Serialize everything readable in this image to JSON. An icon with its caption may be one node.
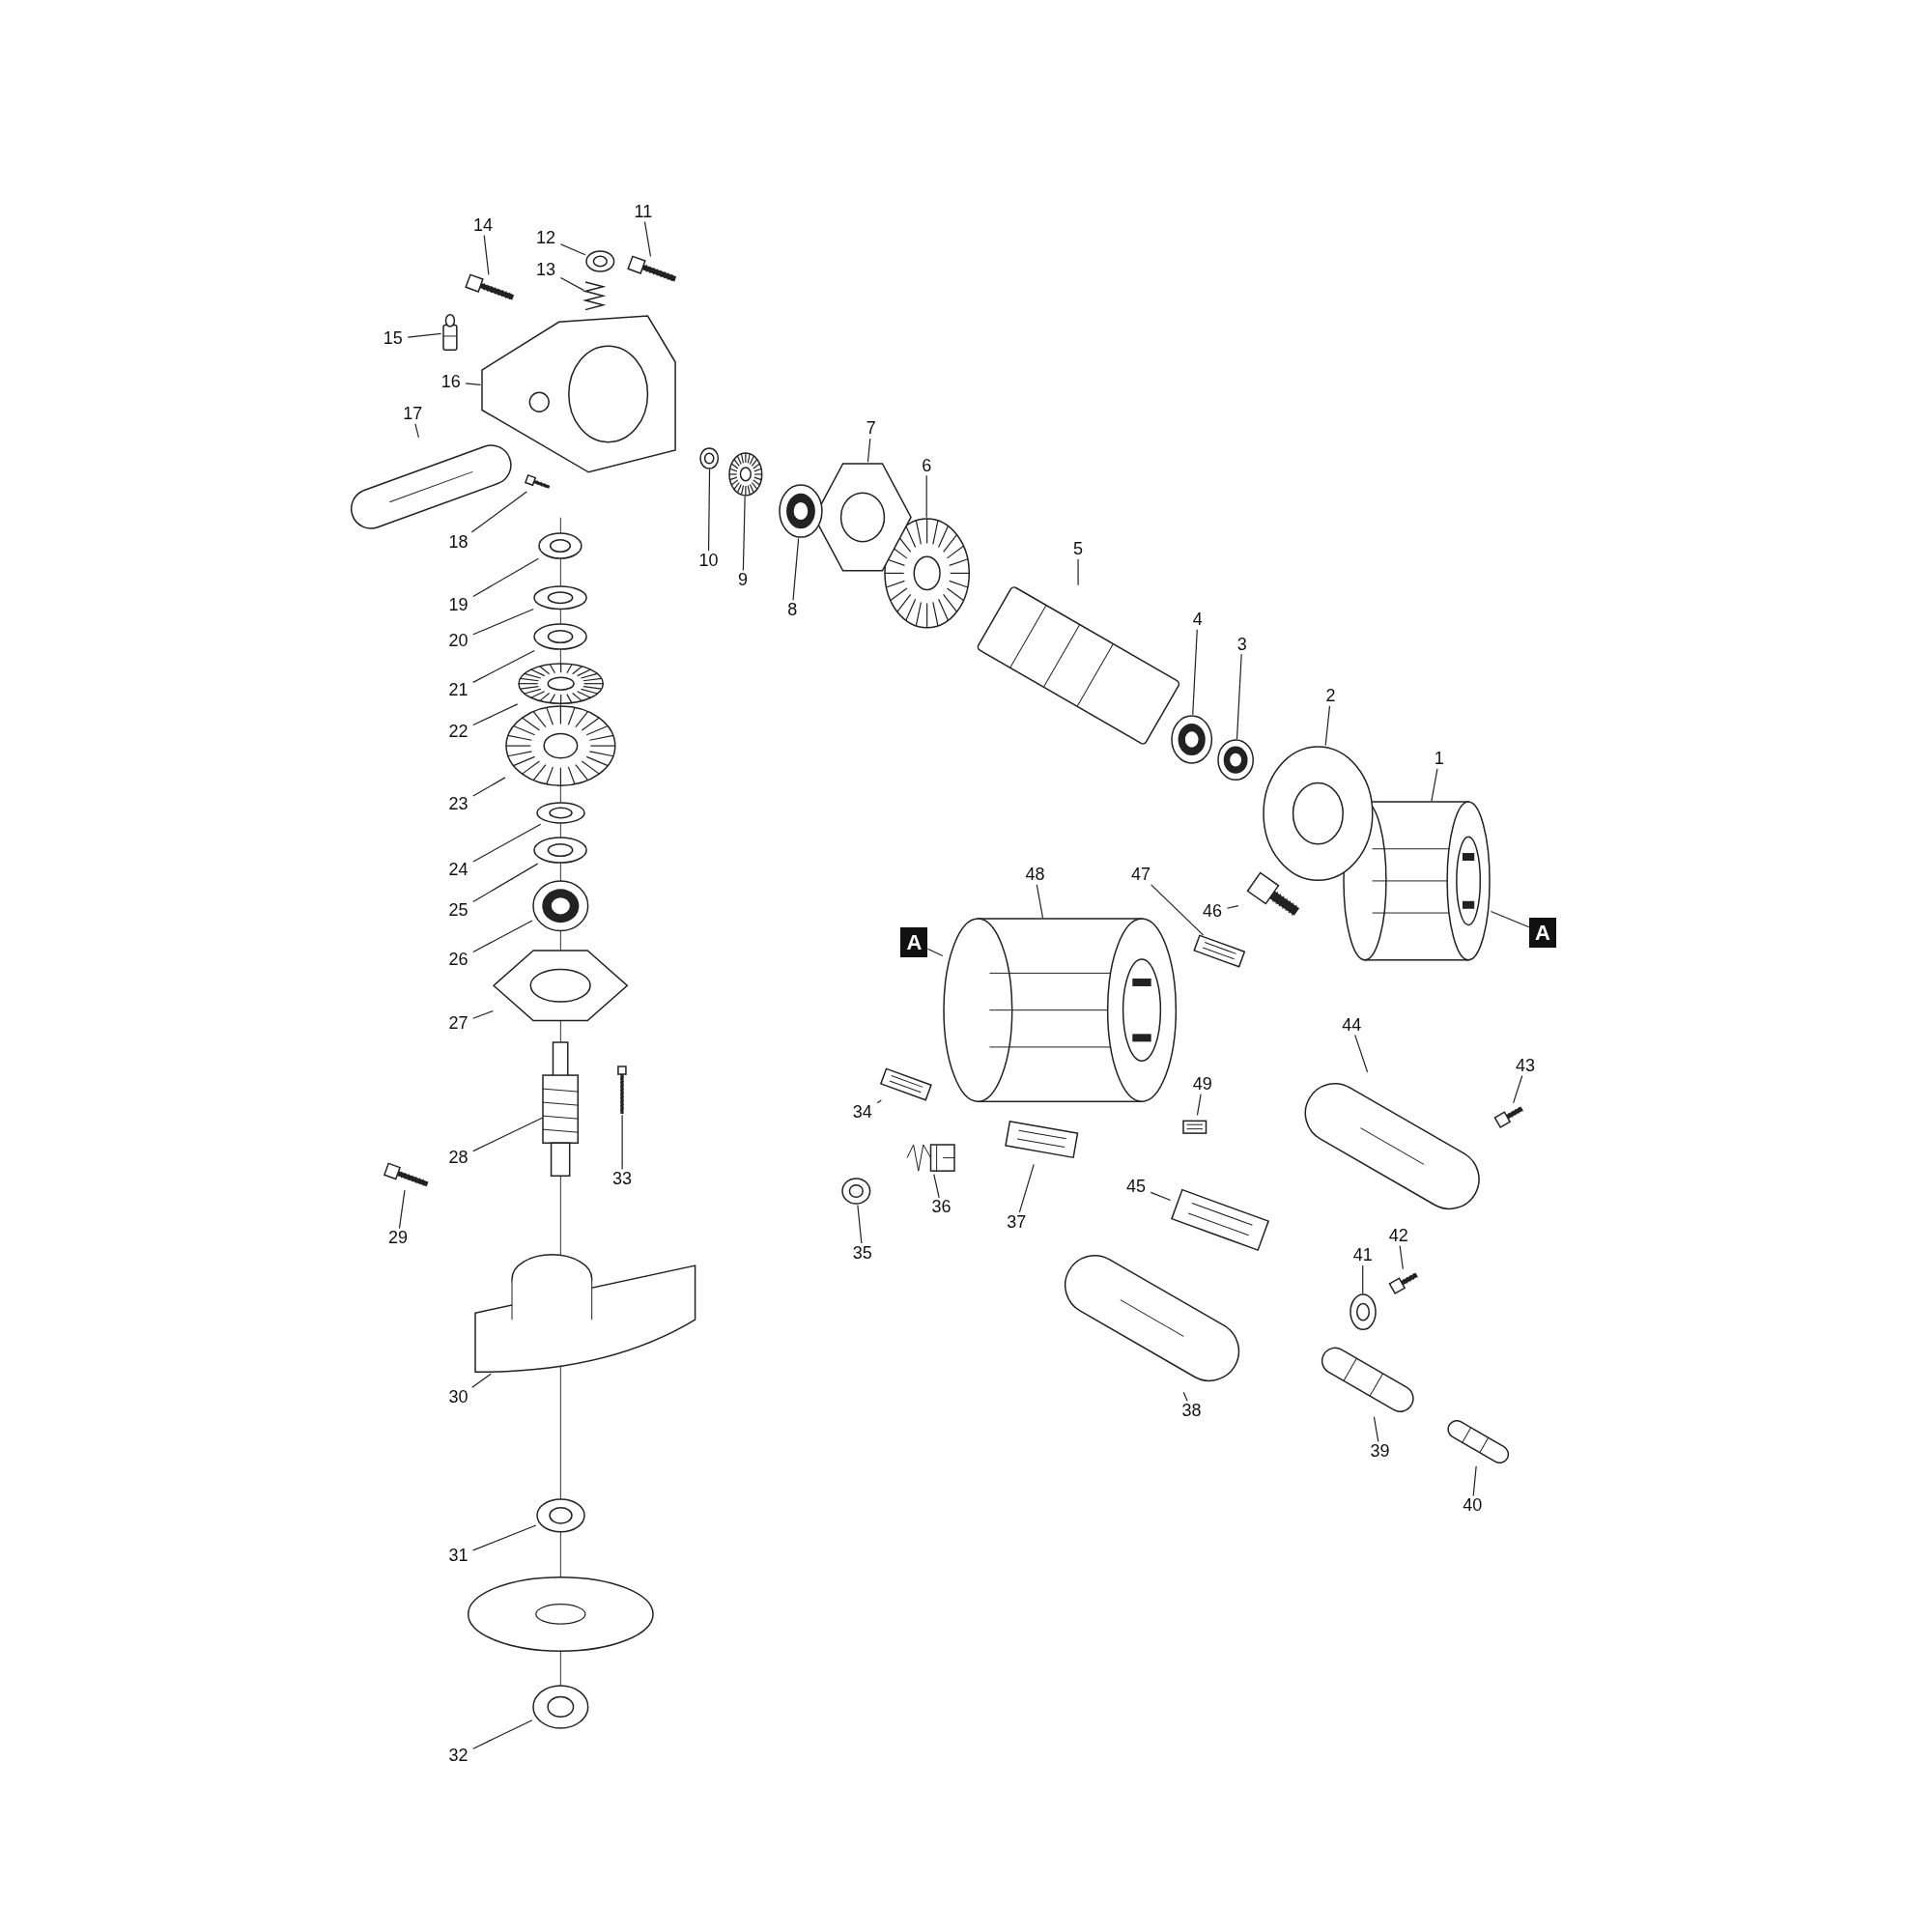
{
  "diagram": {
    "nodes": [
      {
        "text": [
          "1"
        ]
      },
      {
        "text": [
          "2"
        ]
      },
      {
        "text": [
          "3"
        ]
      },
      {
        "text": [
          "4"
        ]
      },
      {
        "text": [
          "5"
        ]
      },
      {
        "text": [
          "6"
        ]
      },
      {
        "text": [
          "7"
        ]
      },
      {
        "text": [
          "8"
        ]
      },
      {
        "text": [
          "9"
        ]
      },
      {
        "text": [
          "10"
        ]
      },
      {
        "text": [
          "11"
        ]
      },
      {
        "text": [
          "12"
        ]
      },
      {
        "text": [
          "13"
        ]
      },
      {
        "text": [
          "14"
        ]
      },
      {
        "text": [
          "15"
        ]
      },
      {
        "text": [
          "16"
        ]
      },
      {
        "text": [
          "17"
        ]
      },
      {
        "text": [
          "18"
        ]
      },
      {
        "text": [
          "19"
        ]
      },
      {
        "text": [
          "20"
        ]
      },
      {
        "text": [
          "21"
        ]
      },
      {
        "text": [
          "22"
        ]
      },
      {
        "text": [
          "23"
        ]
      },
      {
        "text": [
          "24"
        ]
      },
      {
        "text": [
          "25"
        ]
      },
      {
        "text": [
          "26"
        ]
      },
      {
        "text": [
          "27"
        ]
      },
      {
        "text": [
          "28"
        ]
      },
      {
        "text": [
          "29"
        ]
      },
      {
        "text": [
          "30"
        ]
      },
      {
        "text": [
          "31"
        ]
      },
      {
        "text": [
          "32"
        ]
      },
      {
        "text": [
          "33"
        ]
      },
      {
        "text": [
          "34"
        ]
      },
      {
        "text": [
          "35"
        ]
      },
      {
        "text": [
          "36"
        ]
      },
      {
        "text": [
          "37"
        ]
      },
      {
        "text": [
          "38"
        ]
      },
      {
        "text": [
          "39"
        ]
      },
      {
        "text": [
          "40"
        ]
      },
      {
        "text": [
          "41"
        ]
      },
      {
        "text": [
          "42"
        ]
      },
      {
        "text": [
          "43"
        ]
      },
      {
        "text": [
          "44"
        ]
      },
      {
        "text": [
          "45"
        ]
      },
      {
        "text": [
          "46"
        ]
      },
      {
        "text": [
          "47"
        ]
      },
      {
        "text": [
          "48"
        ]
      },
      {
        "text": [
          "49"
        ]
      },
      {
        "text": [],
        "shape": "picture"
      },
      {
        "text": [],
        "shape": "picture"
      },
      {
        "text": [],
        "shape": "picture"
      },
      {
        "text": [],
        "shape": "picture"
      },
      {
        "text": [],
        "shape": "picture"
      },
      {
        "text": [],
        "shape": "picture"
      },
      {
        "text": [],
        "shape": "picture"
      },
      {
        "text": [],
        "shape": "picture"
      },
      {
        "text": [],
        "shape": "picture"
      },
      {
        "text": [],
        "shape": "picture"
      },
      {
        "text": [],
        "shape": "picture"
      },
      {
        "text": [],
        "shape": "picture"
      },
      {
        "text": [],
        "shape": "picture"
      },
      {
        "text": [],
        "shape": "picture"
      },
      {
        "text": [],
        "shape": "picture"
      },
      {
        "text": [],
        "shape": "picture"
      },
      {
        "text": [],
        "shape": "picture"
      },
      {
        "text": [],
        "shape": "picture"
      },
      {
        "text": [],
        "shape": "picture"
      },
      {
        "text": [],
        "shape": "picture"
      },
      {
        "text": [],
        "shape": "picture"
      },
      {
        "text": [],
        "shape": "picture"
      },
      {
        "text": [],
        "shape": "picture"
      },
      {
        "text": [],
        "shape": "picture"
      },
      {
        "text": [],
        "shape": "picture"
      },
      {
        "text": [],
        "shape": "picture"
      },
      {
        "text": [],
        "shape": "picture"
      },
      {
        "text": [],
        "shape": "picture"
      },
      {
        "text": [],
        "shape": "picture"
      },
      {
        "text": [],
        "shape": "picture"
      },
      {
        "text": [],
        "shape": "picture"
      },
      {
        "text": [],
        "shape": "picture"
      },
      {
        "text": [],
        "shape": "picture"
      },
      {
        "text": [],
        "shape": "picture"
      },
      {
        "text": [],
        "shape": "picture"
      },
      {
        "text": [],
        "shape": "picture"
      },
      {
        "text": [],
        "shape": "picture"
      },
      {
        "text": [],
        "shape": "picture"
      },
      {
        "text": [],
        "shape": "picture"
      },
      {
        "text": [],
        "shape": "picture"
      },
      {
        "text": [],
        "shape": "picture"
      },
      {
        "text": [],
        "shape": "picture"
      },
      {
        "text": [],
        "shape": "picture"
      },
      {
        "text": [],
        "shape": "picture"
      },
      {
        "text": [],
        "shape": "picture"
      },
      {
        "text": [],
        "shape": "picture"
      },
      {
        "text": [],
        "shape": "picture"
      },
      {
        "text": [],
        "shape": "picture"
      },
      {
        "text": [],
        "shape": "picture"
      },
      {
        "text": [
          "A"
        ]
      },
      {
        "text": [
          "A"
        ]
      }
    ],
    "edges": [
      {
        "from": 0,
        "to": 49,
        "arrow": "none"
      },
      {
        "from": 1,
        "to": 50,
        "arrow": "none"
      },
      {
        "from": 2,
        "to": 51,
        "arrow": "none"
      },
      {
        "from": 3,
        "to": 52,
        "arrow": "none"
      },
      {
        "from": 4,
        "to": 53,
        "arrow": "none"
      },
      {
        "from": 5,
        "to": 54,
        "arrow": "none"
      },
      {
        "from": 6,
        "to": 55,
        "arrow": "none"
      },
      {
        "from": 7,
        "to": 56,
        "arrow": "none"
      },
      {
        "from": 8,
        "to": 57,
        "arrow": "none"
      },
      {
        "from": 9,
        "to": 58,
        "arrow": "none"
      },
      {
        "from": 10,
        "to": 59,
        "arrow": "none"
      },
      {
        "from": 11,
        "to": 60,
        "arrow": "none"
      },
      {
        "from": 12,
        "to": 61,
        "arrow": "none"
      },
      {
        "from": 13,
        "to": 62,
        "arrow": "none"
      },
      {
        "from": 14,
        "to": 63,
        "arrow": "none"
      },
      {
        "from": 15,
        "to": 64,
        "arrow": "none"
      },
      {
        "from": 16,
        "to": 65,
        "arrow": "none"
      },
      {
        "from": 17,
        "to": 66,
        "arrow": "none"
      },
      {
        "from": 18,
        "to": 67,
        "arrow": "none"
      },
      {
        "from": 19,
        "to": 68,
        "arrow": "none"
      },
      {
        "from": 20,
        "to": 69,
        "arrow": "none"
      },
      {
        "from": 21,
        "to": 70,
        "arrow": "none"
      },
      {
        "from": 22,
        "to": 71,
        "arrow": "none"
      },
      {
        "from": 23,
        "to": 72,
        "arrow": "none"
      },
      {
        "from": 24,
        "to": 73,
        "arrow": "none"
      },
      {
        "from": 25,
        "to": 74,
        "arrow": "none"
      },
      {
        "from": 26,
        "to": 75,
        "arrow": "none"
      },
      {
        "from": 27,
        "to": 76,
        "arrow": "none"
      },
      {
        "from": 28,
        "to": 77,
        "arrow": "none"
      },
      {
        "from": 29,
        "to": 78,
        "arrow": "none"
      },
      {
        "from": 30,
        "to": 79,
        "arrow": "none"
      },
      {
        "from": 31,
        "to": 80,
        "arrow": "none"
      },
      {
        "from": 32,
        "to": 81,
        "arrow": "none"
      },
      {
        "from": 33,
        "to": 82,
        "arrow": "none"
      },
      {
        "from": 34,
        "to": 83,
        "arrow": "none"
      },
      {
        "from": 35,
        "to": 84,
        "arrow": "none"
      },
      {
        "from": 36,
        "to": 85,
        "arrow": "none"
      },
      {
        "from": 37,
        "to": 86,
        "arrow": "none"
      },
      {
        "from": 38,
        "to": 87,
        "arrow": "none"
      },
      {
        "from": 39,
        "to": 88,
        "arrow": "none"
      },
      {
        "from": 40,
        "to": 89,
        "arrow": "none"
      },
      {
        "from": 41,
        "to": 90,
        "arrow": "none"
      },
      {
        "from": 42,
        "to": 91,
        "arrow": "none"
      },
      {
        "from": 43,
        "to": 92,
        "arrow": "none"
      },
      {
        "from": 44,
        "to": 93,
        "arrow": "none"
      },
      {
        "from": 45,
        "to": 94,
        "arrow": "none"
      },
      {
        "from": 46,
        "to": 95,
        "arrow": "none"
      },
      {
        "from": 47,
        "to": 96,
        "arrow": "none"
      },
      {
        "from": 48,
        "to": 97,
        "arrow": "none"
      },
      {
        "from": 98,
        "to": 96,
        "arrow": "none"
      },
      {
        "from": 99,
        "to": 49,
        "arrow": "none"
      }
    ]
  }
}
